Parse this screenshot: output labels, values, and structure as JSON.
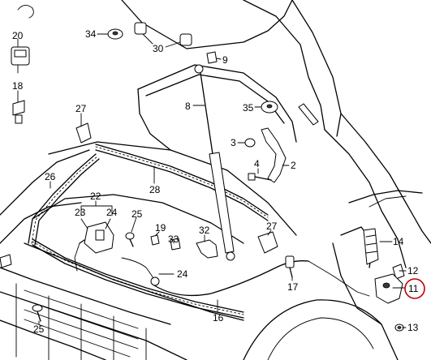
{
  "labels": {
    "l34": "34",
    "l30": "30",
    "l9": "9",
    "l20": "20",
    "l18": "18",
    "l8": "8",
    "l35": "35",
    "l27a": "27",
    "l3": "3",
    "l4": "4",
    "l2": "2",
    "l26": "26",
    "l28": "28",
    "l22": "22",
    "l23": "23",
    "l24a": "24",
    "l25a": "25",
    "l19": "19",
    "l33": "33",
    "l32": "32",
    "l27b": "27",
    "l14": "14",
    "l12": "12",
    "l11": "11",
    "l24b": "24",
    "l17": "17",
    "l25b": "25",
    "l16": "16",
    "l13": "13"
  },
  "highlight": {
    "label_ref": "l11",
    "color": "#c00000"
  }
}
